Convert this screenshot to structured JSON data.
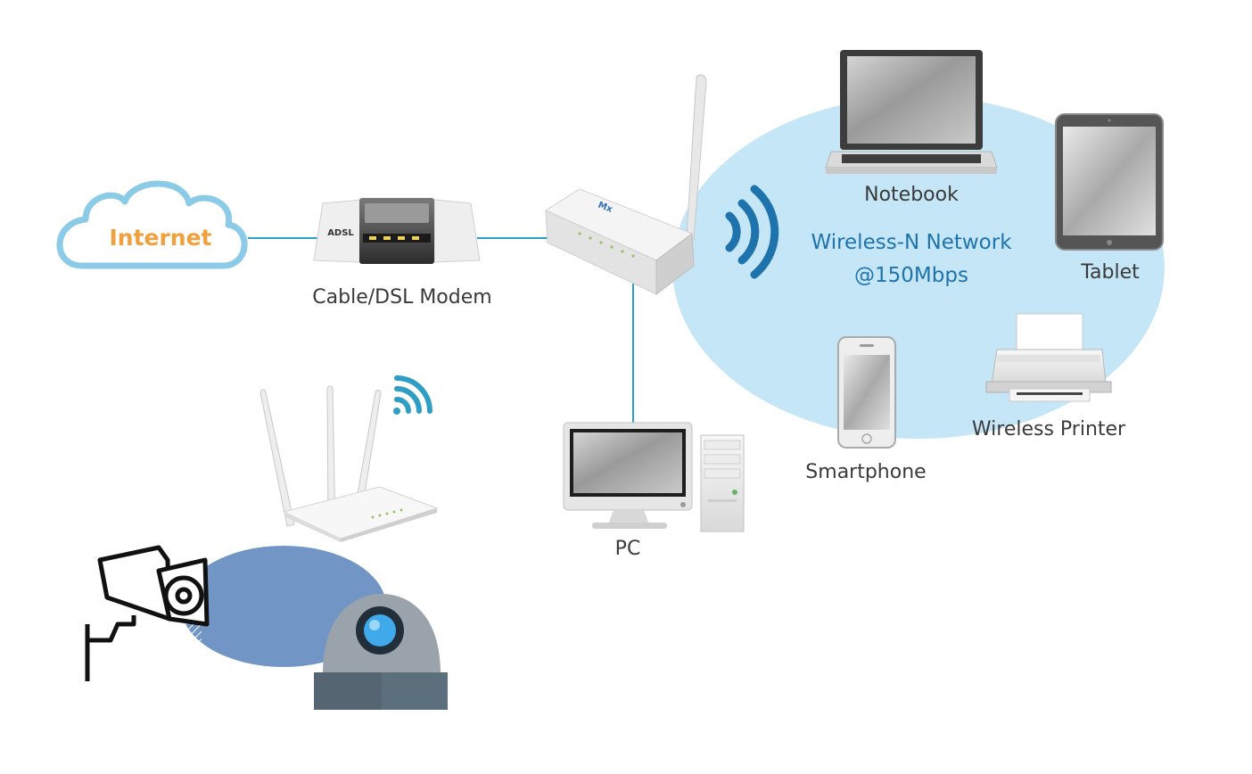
{
  "labels": {
    "internet": "Internet",
    "modem": "Cable/DSL Modem",
    "modem_badge": "ADSL",
    "notebook": "Notebook",
    "tablet": "Tablet",
    "network_line1": "Wireless-N Network",
    "network_line2": "@150Mbps",
    "smartphone": "Smartphone",
    "printer": "Wireless Printer",
    "pc": "PC"
  },
  "colors": {
    "cloud": "#8ccbe8",
    "connector": "#2f9ec4",
    "coverage": "#c5e6f6",
    "wave": "#1f73ad",
    "internet_text": "#f0a03c",
    "camera_beam": "#5d86bd",
    "dome_camera": "#5c6f7d"
  },
  "icons": {
    "cloud": "cloud-icon",
    "modem": "modem-icon",
    "router": "router-icon",
    "notebook": "laptop-icon",
    "tablet": "tablet-icon",
    "smartphone": "smartphone-icon",
    "printer": "printer-icon",
    "pc": "desktop-pc-icon",
    "router_3_antenna": "router-icon",
    "wifi": "wifi-icon",
    "bullet_camera": "security-camera-icon",
    "dome_camera": "dome-camera-icon"
  }
}
